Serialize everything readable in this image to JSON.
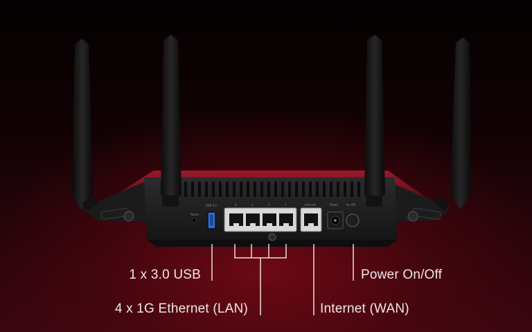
{
  "callouts": {
    "usb": "1 x 3.0 USB",
    "lan": "4 x 1G Ethernet (LAN)",
    "wan": "Internet (WAN)",
    "power": "Power On/Off"
  },
  "device_markings": {
    "usb_port": "USB 3.0",
    "reset": "Reset",
    "lan_numbers": [
      "4",
      "3",
      "2",
      "1"
    ],
    "internet": "Internet",
    "power": "Power",
    "power_switch": "On  Off"
  },
  "colors": {
    "accent": "#7a0f1c",
    "usb_blue": "#2e6fd6",
    "label_text": "#f1e8e9"
  }
}
